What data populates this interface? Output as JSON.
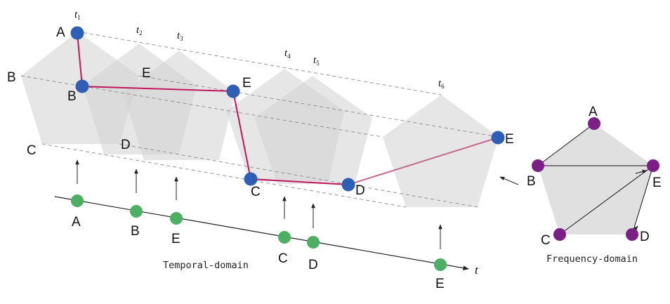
{
  "time_labels": {
    "t": "t",
    "subs": [
      "1",
      "2",
      "3",
      "4",
      "5",
      "6"
    ]
  },
  "nodes": {
    "A": "A",
    "B": "B",
    "C": "C",
    "D": "D",
    "E": "E"
  },
  "captions": {
    "temporal": "Temporal-domain",
    "frequency": "Frequency-domain"
  },
  "axis_label": "t",
  "colors": {
    "temporal_node": "#2e5fb4",
    "timeline_node": "#4caf64",
    "frequency_node": "#7b1f86",
    "path": "#c2185b",
    "pentagon": "#d2d2d2"
  }
}
